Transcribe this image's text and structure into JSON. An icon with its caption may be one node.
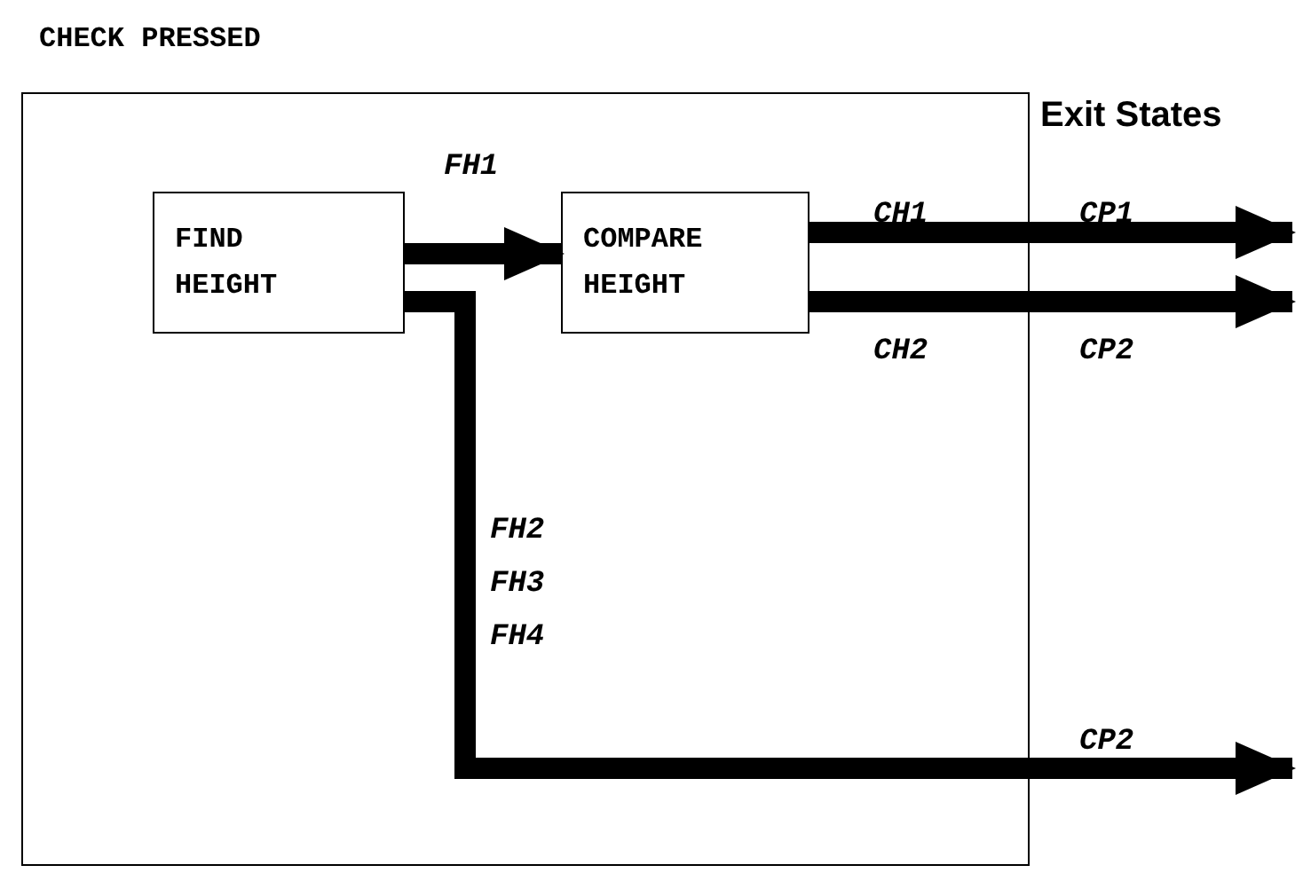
{
  "diagram": {
    "title": "CHECK PRESSED",
    "nodes": [
      {
        "text": [],
        "shape": "box"
      },
      {
        "text": [
          "FIND HEIGHT"
        ],
        "in": 0
      },
      {
        "text": [
          "COMPARE HEIGHT"
        ],
        "in": 0
      }
    ],
    "edges": [
      {
        "from": 1,
        "to": 2,
        "arrow": "to",
        "label": "FH1"
      },
      {
        "from": 2,
        "to": null,
        "arrow": "to",
        "label": "CH1"
      },
      {
        "from": 2,
        "to": null,
        "arrow": "to",
        "label": "CH2"
      },
      {
        "from": 1,
        "to": null,
        "arrow": "to",
        "label": "FH2 FH3 FH4"
      }
    ],
    "labels": [
      "Exit States",
      "CP1",
      "CP2",
      "CP2"
    ]
  }
}
